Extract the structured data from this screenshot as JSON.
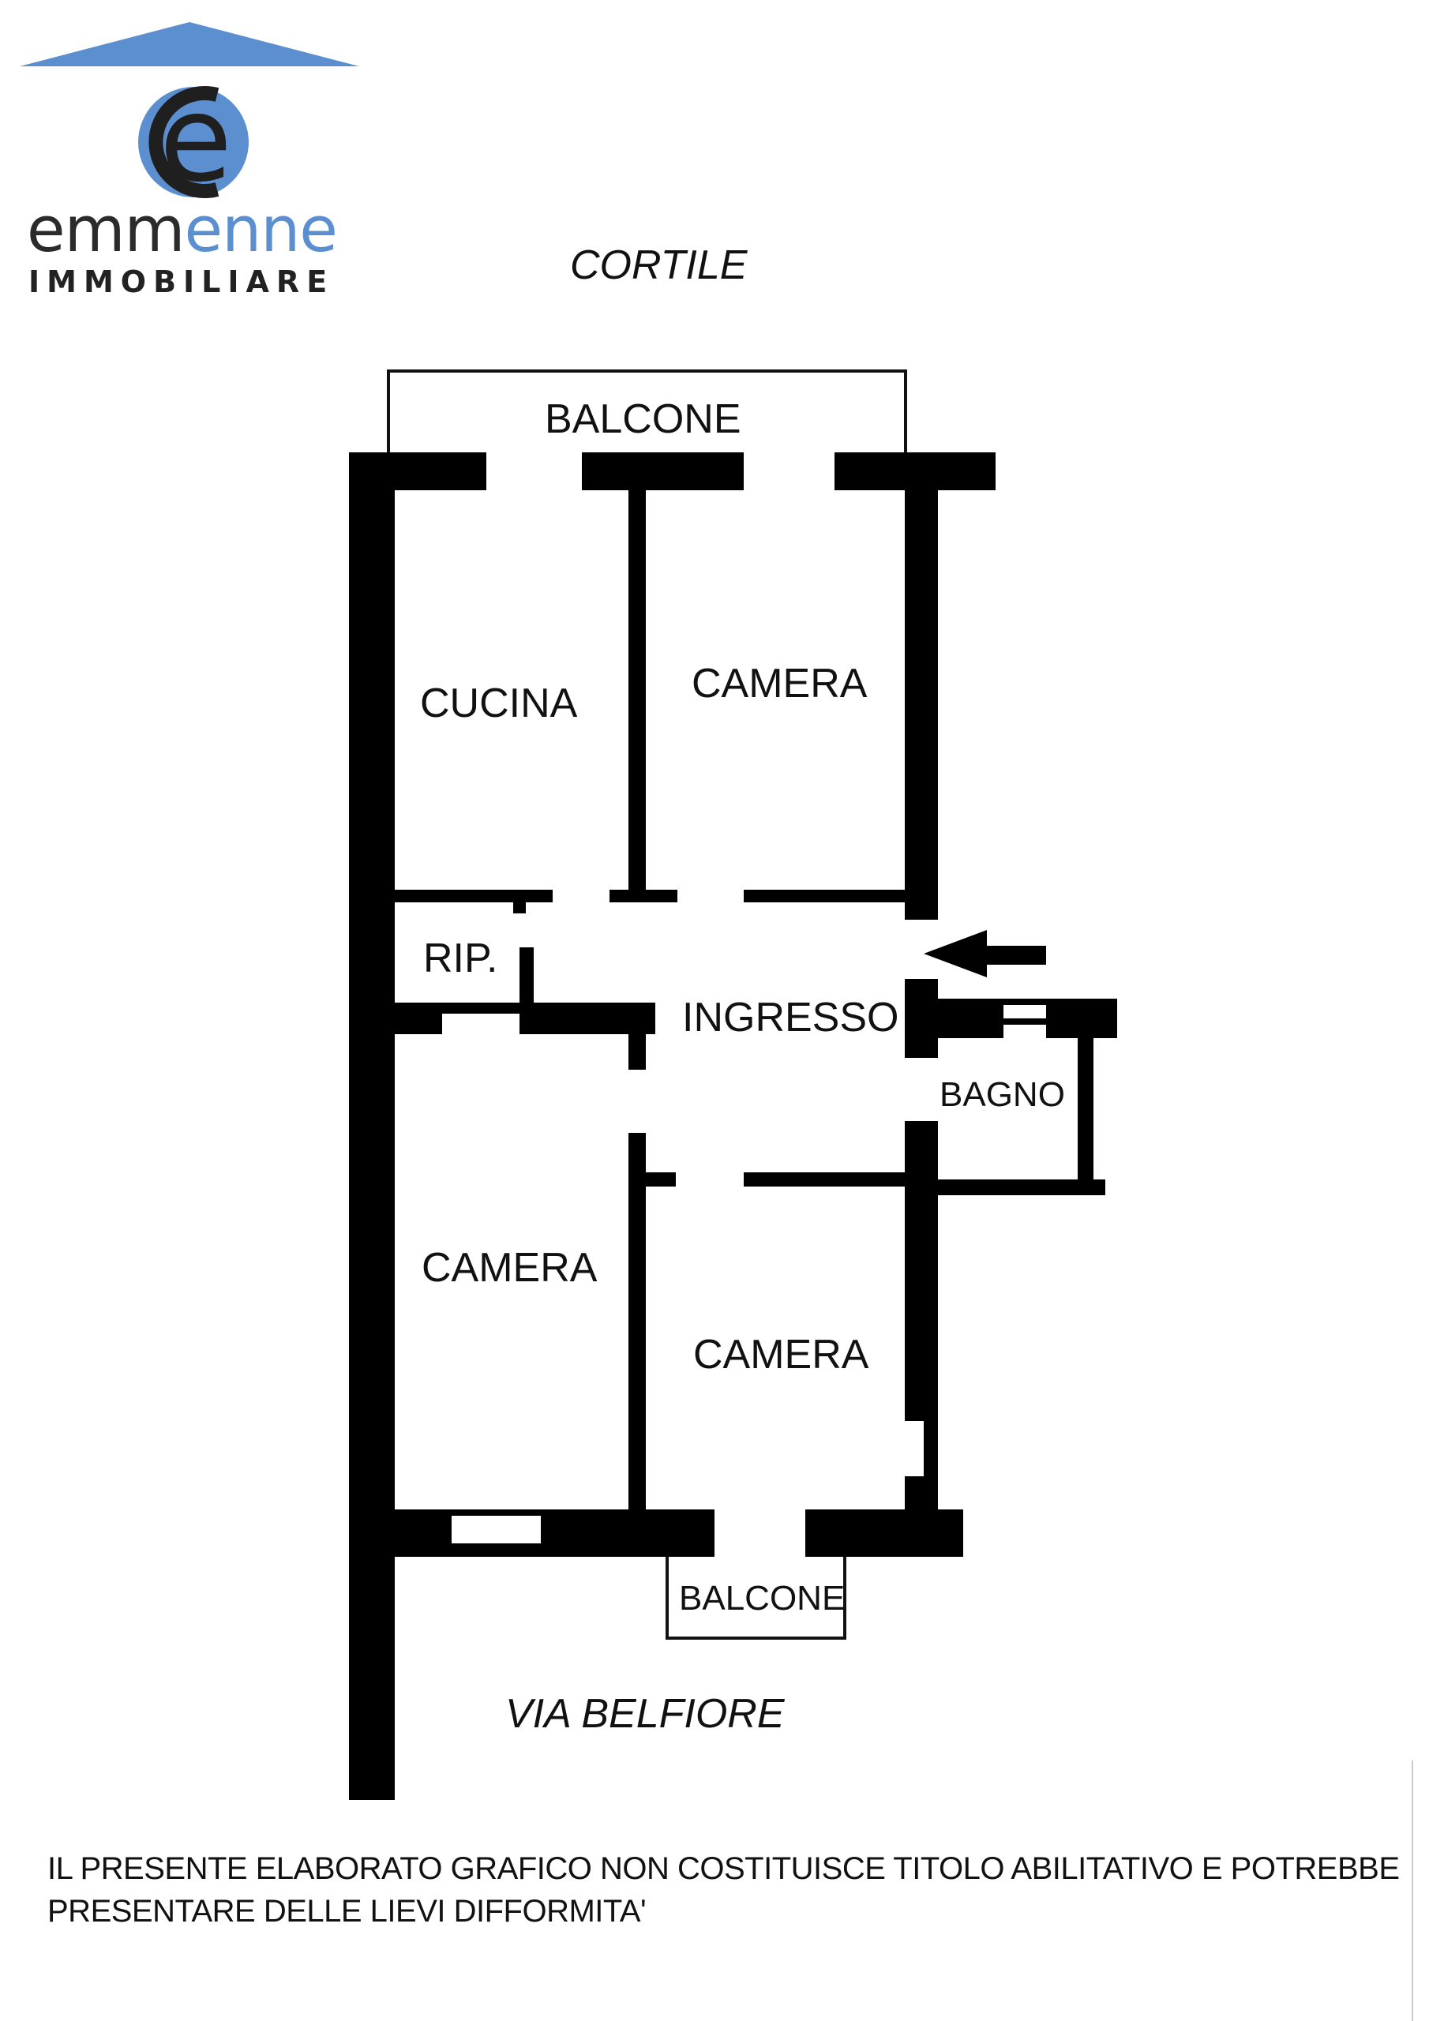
{
  "logo": {
    "brand_dark": "emm",
    "brand_blue": "enne",
    "subtitle": "IMMOBILIARE",
    "letter": "e",
    "colors": {
      "blue": "#5b8fcf",
      "dark": "#222222"
    }
  },
  "plan": {
    "top_street": "CORTILE",
    "bottom_street": "VIA BELFIORE",
    "rooms": {
      "balcone_top": "BALCONE",
      "cucina": "CUCINA",
      "camera_top": "CAMERA",
      "ripostiglio": "RIP.",
      "ingresso": "INGRESSO",
      "bagno": "BAGNO",
      "camera_bottom_left": "CAMERA",
      "camera_bottom_right": "CAMERA",
      "balcone_bottom": "BALCONE"
    },
    "entrance_icon": "arrow-left-icon"
  },
  "disclaimer": {
    "line1": "IL PRESENTE ELABORATO GRAFICO NON COSTITUISCE TITOLO ABILITATIVO E POTREBBE",
    "line2": "PRESENTARE DELLE LIEVI DIFFORMITA'"
  }
}
